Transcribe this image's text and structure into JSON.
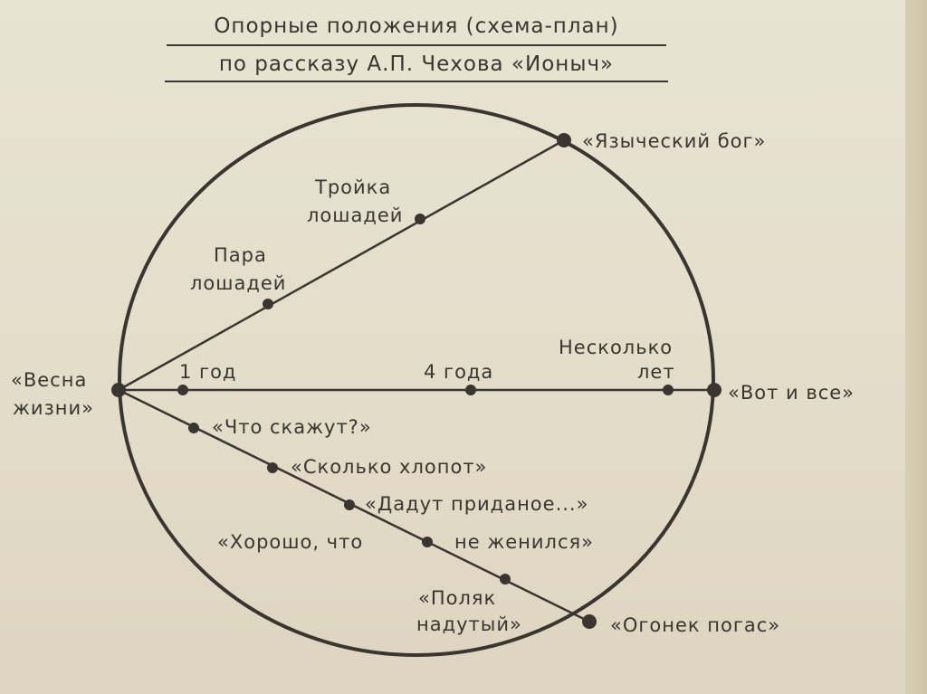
{
  "title": {
    "line1": "Опорные положения (схема-план)",
    "line2": "по рассказу А.П. Чехова «Ионыч»"
  },
  "diagram": {
    "start_label": [
      "«Весна",
      "жизни»"
    ],
    "upper_line": {
      "end_label": "«Языческий бог»",
      "points": [
        [
          "Пара",
          "лошадей"
        ],
        [
          "Тройка",
          "лошадей"
        ]
      ]
    },
    "middle_line": {
      "end_label": "«Вот и все»",
      "points": [
        [
          "1 год"
        ],
        [
          "4 года"
        ],
        [
          "Несколько",
          "лет"
        ]
      ]
    },
    "lower_line": {
      "end_label": "«Огонек погас»",
      "points": [
        [
          "«Что скажут?»"
        ],
        [
          "«Сколько хлопот»"
        ],
        [
          "«Дадут приданое...»"
        ],
        [
          "«Хорошо, что",
          "не женился»"
        ],
        [
          "«Поляк",
          "надутый»"
        ]
      ]
    }
  },
  "colors": {
    "ink": "#3a3530",
    "paper": "#e6dfcd"
  }
}
